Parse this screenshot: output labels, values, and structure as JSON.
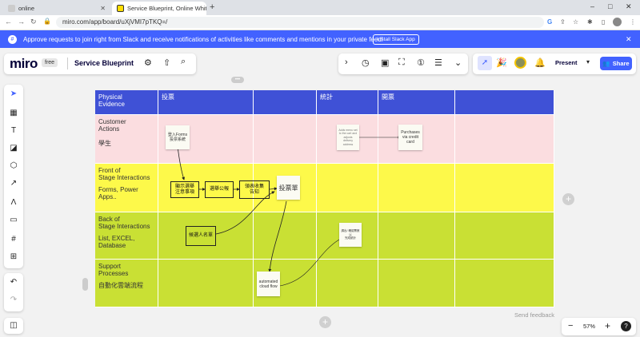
{
  "browser": {
    "tabs": [
      {
        "title": "online",
        "active": false
      },
      {
        "title": "Service Blueprint, Online White",
        "active": true
      }
    ],
    "url": "miro.com/app/board/uXjVMI7pTKQ=/",
    "new_tab": "+",
    "window_controls": [
      "–",
      "□",
      "✕"
    ]
  },
  "banner": {
    "text": "Approve requests to join right from Slack and receive notifications of activities like comments and mentions in your private feed!",
    "button": "Install Slack App",
    "close": "✕"
  },
  "header": {
    "logo": "miro",
    "plan_badge": "free",
    "board_name": "Service Blueprint",
    "present_label": "Present",
    "share_label": "Share"
  },
  "blueprint": {
    "columns": [
      "Physical\nEvidence",
      "投票",
      "",
      "統計",
      "開票",
      ""
    ],
    "rows": [
      {
        "title": "Customer\nActions",
        "subtitle": "學生",
        "color": "#fbdde0"
      },
      {
        "title": "Front of\nStage Interactions",
        "subtitle": "Forms, Power\nApps..",
        "color": "#fdf94a"
      },
      {
        "title": "Back of\nStage Interactions",
        "subtitle": "List, EXCEL,\nDatabase",
        "color": "#c9e034"
      },
      {
        "title": "Support\nProcesses",
        "subtitle": "自動化雲端流程",
        "color": "#c9e034"
      }
    ],
    "header_color": "#3f51d6"
  },
  "stickies": {
    "s1": "登入Forms\n投票系統",
    "s2": "Adds menu set to the cart and adjusts delivery address",
    "s3": "Purchases\nvia credit\ncard",
    "s4": "投票單",
    "s5": "調出/ 確認票數以\n完成統計",
    "s6": "automated\ncloud flow"
  },
  "boxes": {
    "b1": "顯示選舉\n注意事項",
    "b2": "選舉公報",
    "b3": "領表收集\n告知",
    "b4": "候選人名單"
  },
  "footer": {
    "feedback": "Send feedback",
    "zoom": "57%",
    "zoom_minus": "−",
    "zoom_plus": "+",
    "help": "?"
  }
}
